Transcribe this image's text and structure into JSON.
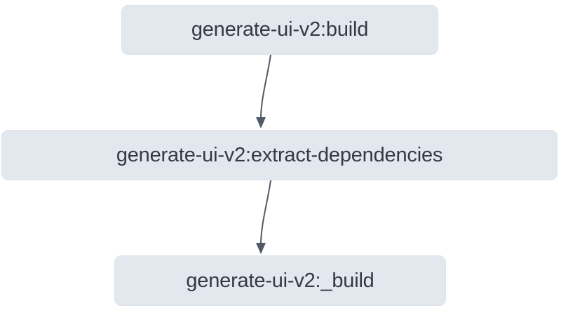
{
  "diagram": {
    "type": "flowchart",
    "direction": "top-to-bottom",
    "background_color": "#ffffff",
    "node_fill_color": "#e3e8ef",
    "node_border_color": "#dbe1ea",
    "node_text_color": "#333a45",
    "edge_color": "#525a68",
    "nodes": [
      {
        "id": "build",
        "label": "generate-ui-v2:build"
      },
      {
        "id": "extract-dependencies",
        "label": "generate-ui-v2:extract-dependencies"
      },
      {
        "id": "_build",
        "label": "generate-ui-v2:_build"
      }
    ],
    "edges": [
      {
        "from": "build",
        "to": "extract-dependencies",
        "label": "",
        "arrow": "arrow-down-icon"
      },
      {
        "from": "extract-dependencies",
        "to": "_build",
        "label": "",
        "arrow": "arrow-down-icon"
      }
    ]
  }
}
